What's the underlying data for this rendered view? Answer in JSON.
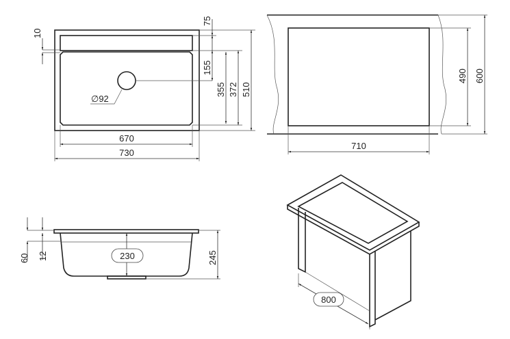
{
  "top_view": {
    "dims": {
      "d10": "10",
      "d75": "75",
      "d155": "155",
      "d355": "355",
      "d372": "372",
      "d510": "510",
      "drain": "∅92",
      "d670": "670",
      "d730": "730"
    }
  },
  "cabinet_view": {
    "dims": {
      "d490": "490",
      "d600": "600",
      "d710": "710"
    }
  },
  "side_view": {
    "dims": {
      "d60": "60",
      "d12": "12",
      "d230": "230",
      "d245": "245"
    }
  },
  "iso_view": {
    "dims": {
      "d800": "800"
    }
  }
}
